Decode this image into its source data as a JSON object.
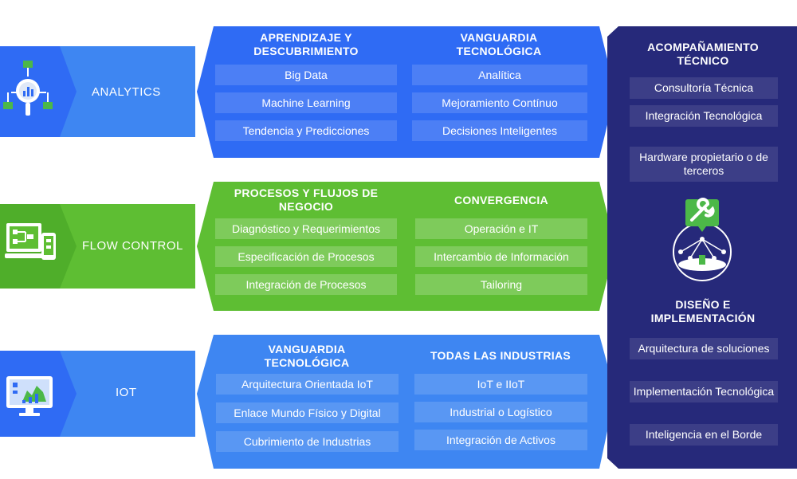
{
  "colors": {
    "blue": "#2F6BF4",
    "blue_light": "#3E86F2",
    "green": "#5EBE33",
    "navy": "#26297A",
    "icon_green": "#4CB848"
  },
  "rows": {
    "analytics": {
      "label": "ANALYTICS",
      "icon": "analytics-magnifier-icon",
      "col1": {
        "title": "APRENDIZAJE Y DESCUBRIMIENTO",
        "items": [
          "Big Data",
          "Machine Learning",
          "Tendencia y Predicciones"
        ]
      },
      "col2": {
        "title": "VANGUARDIA TECNOLÓGICA",
        "items": [
          "Analítica",
          "Mejoramiento Contínuo",
          "Decisiones Inteligentes"
        ]
      }
    },
    "flow": {
      "label": "FLOW CONTROL",
      "icon": "flow-devices-icon",
      "col1": {
        "title": "PROCESOS Y FLUJOS DE NEGOCIO",
        "items": [
          "Diagnóstico y Requerimientos",
          "Especificación de Procesos",
          "Integración de Procesos"
        ]
      },
      "col2": {
        "title": "CONVERGENCIA",
        "items": [
          "Operación e IT",
          "Intercambio de Información",
          "Tailoring"
        ]
      }
    },
    "iot": {
      "label": "IOT",
      "icon": "iot-monitor-icon",
      "col1": {
        "title": "VANGUARDIA TECNOLÓGICA",
        "items": [
          "Arquitectura Orientada IoT",
          "Enlace Mundo Físico y Digital",
          "Cubrimiento de Industrias"
        ]
      },
      "col2": {
        "title": "TODAS LAS INDUSTRIAS",
        "items": [
          "IoT e IIoT",
          "Industrial o Logístico",
          "Integración de Activos"
        ]
      }
    }
  },
  "side": {
    "top": {
      "title": "ACOMPAÑAMIENTO TÉCNICO",
      "items": [
        "Consultoría Técnica",
        "Integración Tecnológica",
        "Hardware propietario o de terceros"
      ]
    },
    "bottom": {
      "title": "DISEÑO E IMPLEMENTACIÓN",
      "items": [
        "Arquitectura de soluciones",
        "Implementación Tecnológica",
        "Inteligencia en el Borde"
      ]
    },
    "icon": "wrench-network-icon"
  }
}
